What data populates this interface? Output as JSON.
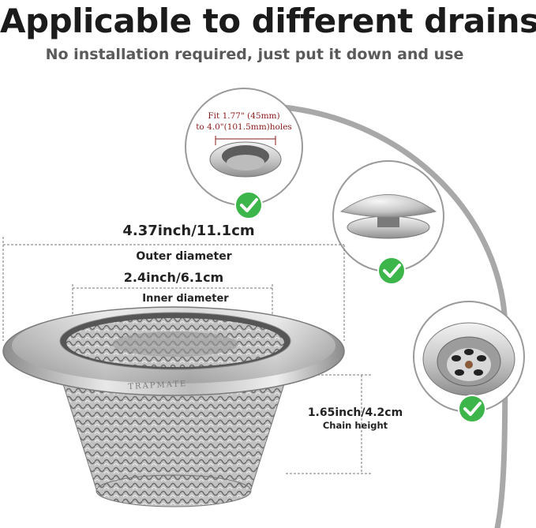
{
  "title": "Applicable to different drains",
  "subtitle": "No installation required, just put it down and use",
  "drain_callout": {
    "line1": "Fit 1.77\" (45mm)",
    "line2": "to 4.0\"(101.5mm)holes"
  },
  "dimensions": {
    "outer_value": "4.37inch/11.1cm",
    "outer_label": "Outer diameter",
    "inner_value": "2.4inch/6.1cm",
    "inner_label": "Inner diameter",
    "height_value": "1.65inch/4.2cm",
    "height_label": "Chain height"
  },
  "brand": "TRAPMATE",
  "colors": {
    "check_green": "#3cb54a",
    "arc_gray": "#a8a8a8",
    "callout_red": "#8b1a1a"
  },
  "icons": [
    "check-icon",
    "check-icon",
    "check-icon"
  ]
}
